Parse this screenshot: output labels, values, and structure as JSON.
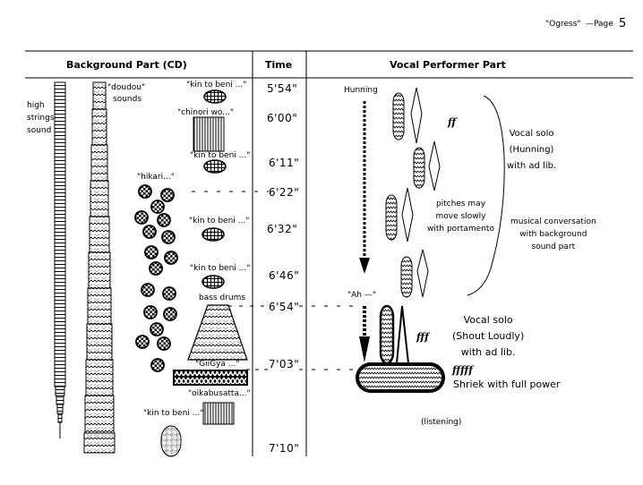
{
  "header": {
    "piece_title": "\"Ogress\"",
    "page_prefix": "—Page",
    "page_number": "5"
  },
  "columns": {
    "background": "Background Part (CD)",
    "time": "Time",
    "vocal": "Vocal Performer Part"
  },
  "background": {
    "high_strings": [
      "high",
      "strings",
      "sound"
    ],
    "doudou": [
      "\"doudou\"",
      "sounds"
    ],
    "cues": [
      {
        "id": "kin-to-beni-1",
        "text": "\"kin to beni ...\""
      },
      {
        "id": "chinori-wo",
        "text": "\"chinori wo...\""
      },
      {
        "id": "kin-to-beni-2",
        "text": "\"kin to beni ...\""
      },
      {
        "id": "hikari",
        "text": "\"hikari...\""
      },
      {
        "id": "kin-to-beni-3",
        "text": "\"kin to beni ...\""
      },
      {
        "id": "kin-to-beni-4",
        "text": "\"kin to beni ...\""
      },
      {
        "id": "bass-drums",
        "text": "bass drums"
      },
      {
        "id": "giigya",
        "text": "\"GiiGya ...\""
      },
      {
        "id": "oikabusatta",
        "text": "\"oikabusatta...\""
      },
      {
        "id": "kin-to-beni-5",
        "text": "\"kin to beni ...\""
      }
    ]
  },
  "times": [
    "5'54\"",
    "6'00\"",
    "6'11\"",
    "6'22\"",
    "6'32\"",
    "6'46\"",
    "6'54\"",
    "7'03\"",
    "7'10\""
  ],
  "vocal": {
    "hunning": "Hunning",
    "ff": "ff",
    "solo1": [
      "Vocal solo",
      "(Hunning)",
      "with ad lib."
    ],
    "pitches": [
      "pitches may",
      "move slowly",
      "with portamento"
    ],
    "conversation": [
      "musical conversation",
      "with background",
      "sound part"
    ],
    "ah": "\"Ah —\"",
    "fff": "fff",
    "solo2": [
      "Vocal solo",
      "(Shout Loudly)",
      "with ad lib."
    ],
    "fffff": "fffff",
    "shriek": "Shriek with full power",
    "listening": "(listening)"
  }
}
